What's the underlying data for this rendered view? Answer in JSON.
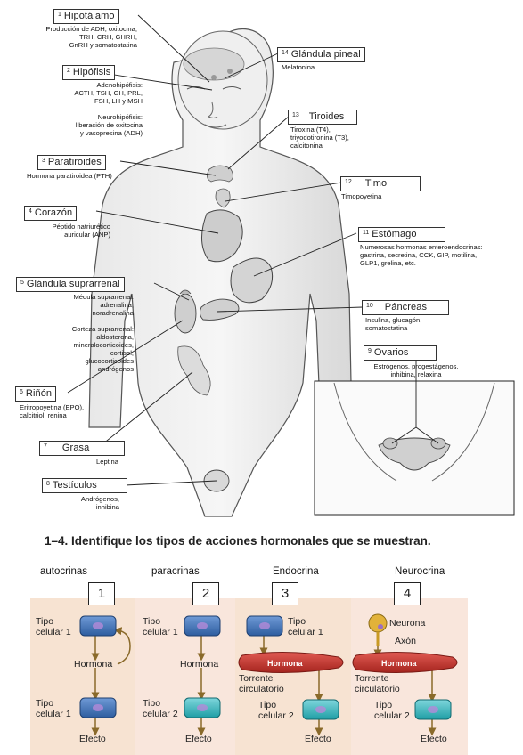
{
  "anatomy": {
    "labels": [
      {
        "num": "1",
        "title": "Hipotálamo",
        "desc": "Producción de ADH, oxitocina,\nTRH, CRH, GHRH,\nGnRH y somatostatina"
      },
      {
        "num": "2",
        "title": "Hipófisis",
        "desc": "Adenohipófisis:\nACTH, TSH, GH, PRL,\nFSH, LH y MSH\n\nNeurohipófisis:\nliberación de oxitocina\ny vasopresina (ADH)"
      },
      {
        "num": "3",
        "title": "Paratiroides",
        "desc": "Hormona paratiroidea (PTH)"
      },
      {
        "num": "4",
        "title": "Corazón",
        "desc": "Péptido natriurético\nauricular (ANP)"
      },
      {
        "num": "5",
        "title": "Glándula suprarrenal",
        "desc": "Médula suprarrenal:\nadrenalina,\nnoradrenalina\n\nCorteza suprarrenal:\naldosterona,\nmineralocorticoides,\ncortisol,\nglucocorticoides\nandrógenos"
      },
      {
        "num": "6",
        "title": "Riñón",
        "desc": "Eritropoyetina (EPO),\ncalcitriol, renina"
      },
      {
        "num": "7",
        "title": "Grasa",
        "desc": "Leptina"
      },
      {
        "num": "8",
        "title": "Testículos",
        "desc": "Andrógenos,\ninhibina"
      },
      {
        "num": "9",
        "title": "Ovarios",
        "desc": "Estrógenos, progestágenos,\ninhibina, relaxina"
      },
      {
        "num": "10",
        "title": "Páncreas",
        "desc": "Insulina, glucagón,\nsomatostatina"
      },
      {
        "num": "11",
        "title": "Estómago",
        "desc": "Numerosas hormonas enteroendocrinas:\ngastrina, secretina, CCK, GIP, motilina,\nGLP1, grelina, etc."
      },
      {
        "num": "12",
        "title": "Timo",
        "desc": "Timopoyetina"
      },
      {
        "num": "13",
        "title": "Tiroides",
        "desc": "Tiroxina (T4),\ntriyodotironina (T3),\ncalcitonina"
      },
      {
        "num": "14",
        "title": "Glándula pineal",
        "desc": "Melatonina"
      }
    ]
  },
  "question": "1–4. Identifique los tipos de acciones hormonales que se muestran.",
  "panels": [
    {
      "title": "autocrinas",
      "num": "1",
      "cell1": "Tipo\ncelular 1",
      "hormone": "Hormona",
      "cell2": "Tipo\ncelular 1",
      "effect": "Efecto"
    },
    {
      "title": "paracrinas",
      "num": "2",
      "cell1": "Tipo\ncelular 1",
      "hormone": "Hormona",
      "cell2": "Tipo\ncelular 2",
      "effect": "Efecto"
    },
    {
      "title": "Endocrina",
      "num": "3",
      "cell1": "Tipo\ncelular 1",
      "hormone": "Hormona",
      "stream": "Torrente\ncirculatorio",
      "cell2": "Tipo\ncelular 2",
      "effect": "Efecto"
    },
    {
      "title": "Neurocrina",
      "num": "4",
      "neuron": "Neurona",
      "axon": "Axón",
      "hormone": "Hormona",
      "stream": "Torrente\ncirculatorio",
      "cell2": "Tipo\ncelular 2",
      "effect": "Efecto"
    }
  ],
  "colors": {
    "panel_bg": "#f7e3d2",
    "panel_bg2": "#f9e6dc",
    "cell_blue": "#3a6fb5",
    "cell_teal": "#2db2b8",
    "vessel": "#c4332c",
    "arrow": "#8a6a2a",
    "neuron": "#e2b23a"
  }
}
